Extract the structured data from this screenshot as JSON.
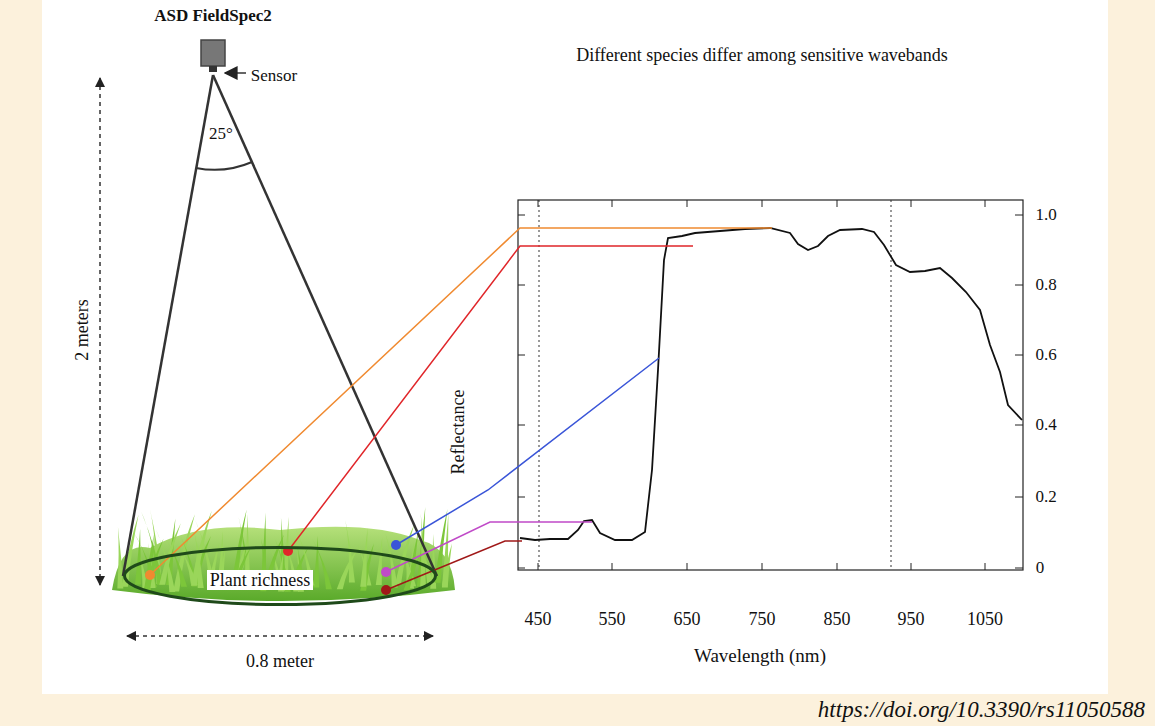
{
  "diagram": {
    "caption": "https://doi.org/10.3390/rs11050588",
    "nodes": [
      {
        "text": [
          "Plant richness"
        ]
      }
    ],
    "labels": [
      "ASD FieldSpec2",
      "Sensor",
      "25°",
      "2 meters",
      "0.8 meter",
      "Different species differ among sensitive wavebands",
      "Reflectance",
      "Wavelength (nm)",
      "1.0",
      "0.8",
      "0.6",
      "0.4",
      "0.2",
      "0",
      "450",
      "550",
      "650",
      "750",
      "850",
      "950",
      "1050"
    ]
  }
}
